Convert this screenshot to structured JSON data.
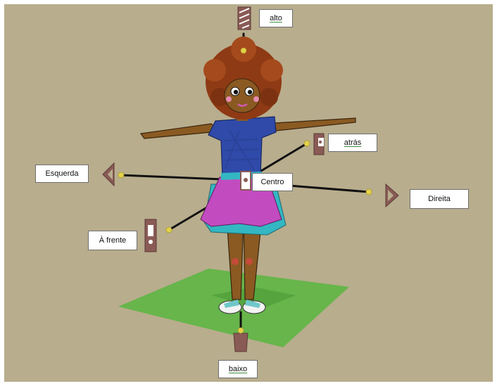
{
  "labels": {
    "up": "alto",
    "down": "baixo",
    "left": "Esquerda",
    "right": "Direita",
    "center": "Centro",
    "back": "atrás",
    "front": "À frente"
  },
  "colors": {
    "background": "#b8ad8d",
    "ground": "#5fb545",
    "marker": "#8a5a55",
    "marker_outline": "#5a3a36",
    "dot": "#e3d24a",
    "axis": "#111111",
    "skin": "#8a5a22",
    "hair": "#8e3a14",
    "shirt": "#2f4aa8",
    "skirt": "#c34bc0",
    "skirt_lining": "#33b7c2"
  },
  "icons": [
    "tile-marker-icon",
    "triangle-marker-icon",
    "center-marker-icon",
    "back-marker-icon",
    "front-marker-icon",
    "right-marker-icon",
    "left-marker-icon"
  ]
}
